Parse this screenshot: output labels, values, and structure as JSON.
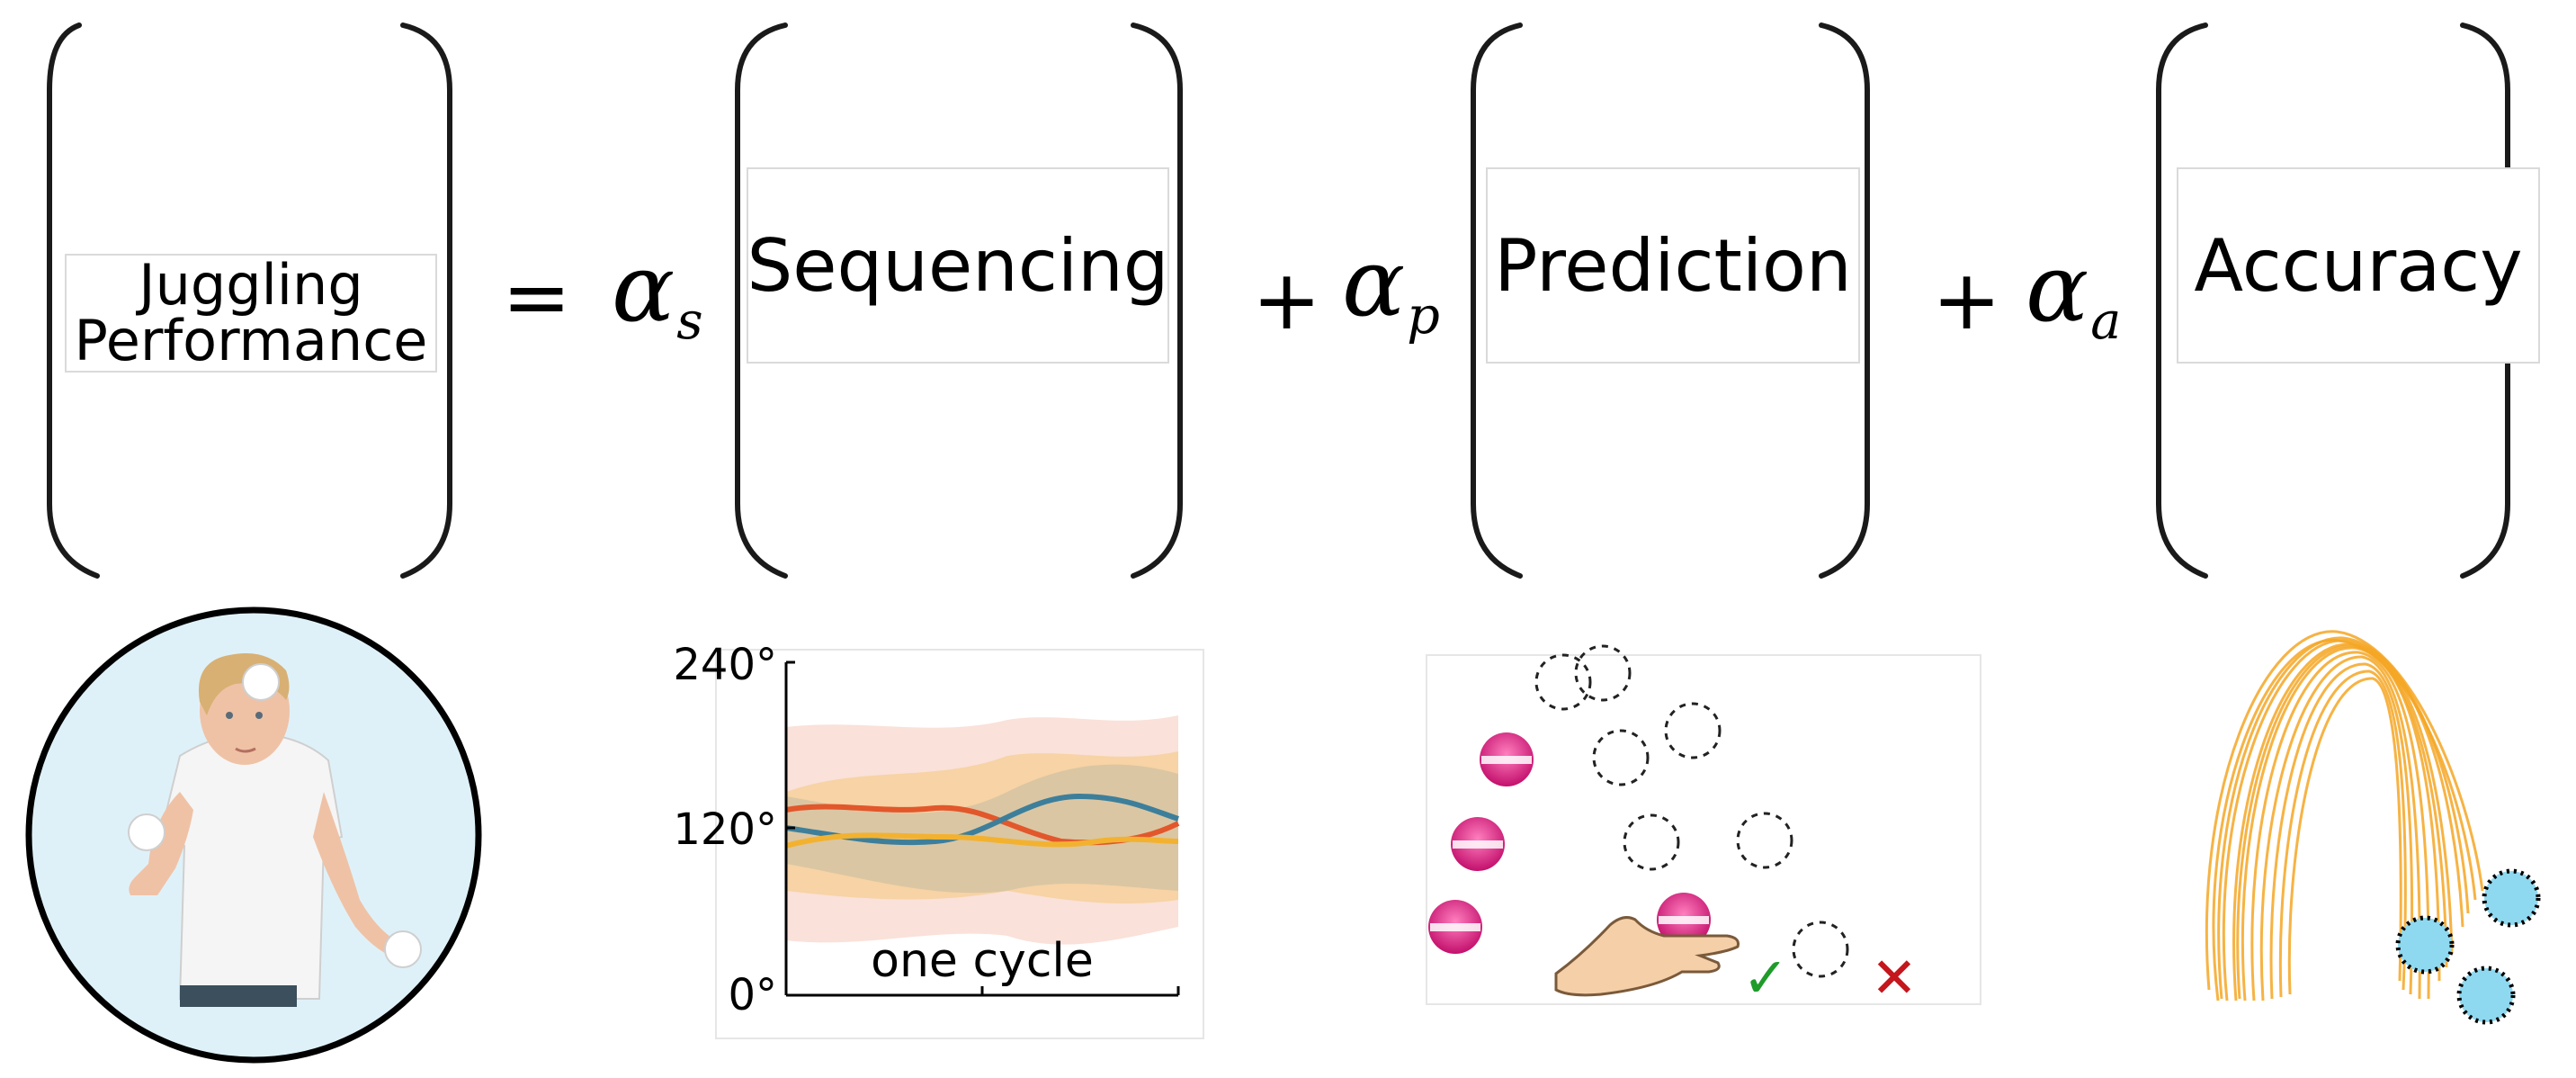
{
  "equation": {
    "lhs_label": "Juggling\nPerformance",
    "equals": "=",
    "plus": "+",
    "terms": [
      {
        "coef_symbol": "α",
        "coef_sub": "s",
        "label": "Sequencing"
      },
      {
        "coef_symbol": "α",
        "coef_sub": "p",
        "label": "Prediction"
      },
      {
        "coef_symbol": "α",
        "coef_sub": "a",
        "label": "Accuracy"
      }
    ]
  },
  "sequencing_plot": {
    "ytick_labels": [
      "0°",
      "120°",
      "240°"
    ],
    "xlabel": "one cycle",
    "colors": {
      "red": "#e2572b",
      "blue": "#3d7f9b",
      "yellow": "#f2b230"
    }
  },
  "prediction_panel": {
    "ball_color": "#e0157f",
    "check_mark": "✓",
    "cross_mark": "✕",
    "check_color": "#1f9b2a",
    "cross_color": "#c4161c"
  },
  "accuracy_panel": {
    "arc_color": "#f5a623",
    "target_color": "#8fd9f0"
  },
  "juggler": {
    "circle_bg": "#dff1f8",
    "shirt_color": "#f5f5f5",
    "hair_color": "#d8b073"
  }
}
